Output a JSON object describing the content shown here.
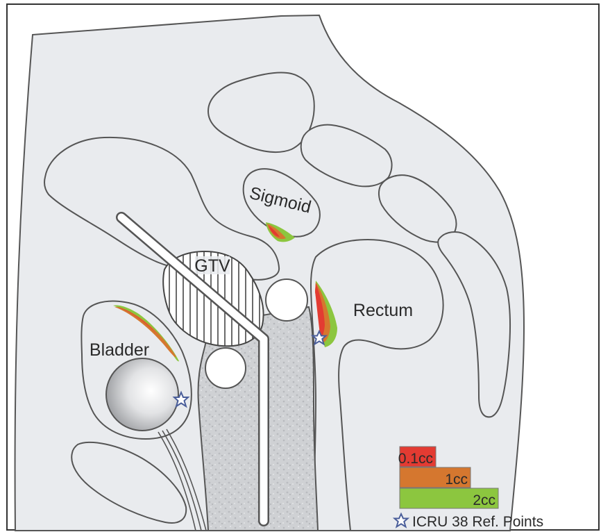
{
  "labels": {
    "sigmoid": "Sigmoid",
    "gtv": "GTV",
    "rectum": "Rectum",
    "bladder": "Bladder"
  },
  "legend": {
    "items": [
      {
        "label": "0.1cc",
        "color": "#e33b32"
      },
      {
        "label": "1cc",
        "color": "#d5772f"
      },
      {
        "label": "2cc",
        "color": "#8cc63f"
      }
    ],
    "marker_label": "ICRU 38 Ref. Points",
    "marker_icon": "star-icon",
    "marker_color": "#4a5e9a"
  },
  "colors": {
    "tissue": "#e9ebee",
    "outline": "#555555",
    "packing": "#cfd1d4"
  }
}
